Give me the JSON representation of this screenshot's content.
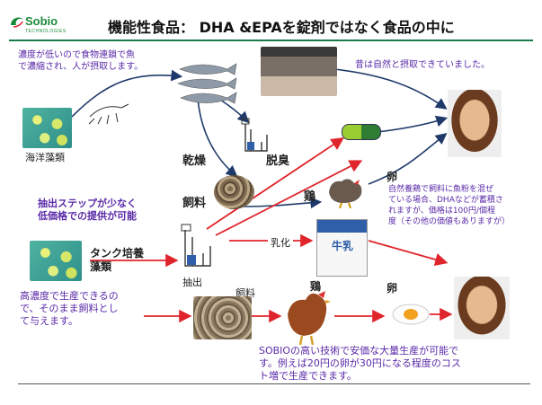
{
  "header": {
    "logo_text": "Sobio",
    "logo_sub": "TECHNOLOGIES",
    "title": "機能性食品： DHA &EPAを錠剤ではなく食品の中に"
  },
  "labels": {
    "fish_caption": "濃度が低いので食物連鎖で魚\nで濃縮され、人が摂取します。",
    "past_caption": "昔は自然と摂取できていました。",
    "marine_algae": "海洋藻類",
    "dry": "乾燥",
    "deodorize": "脱臭",
    "feed_top": "飼料",
    "egg_top": "卵",
    "chicken_top": "鶏",
    "extract_steps": "抽出ステップが少なく\n低価格での提供が可能",
    "egg_note": "自然養鶏で飼料に魚粉を混ぜ\nている場合、DHAなどが蓄積さ\nれますが、価格は100円/個程\n度（その他の価値もありますが）",
    "emulsify": "乳化",
    "milk_carton": "牛乳",
    "tank_algae": "タンク培養\n藻類",
    "extract": "抽出",
    "feed_bottom": "飼料",
    "chicken_bottom": "鶏",
    "egg_bottom": "卵",
    "high_conc": "高濃度で生産できるの\nで、そのまま飼料とし\nて与えます。",
    "sobio_note": "SOBIOの高い技術で安価な大量生産が可能で\nす。例えば20円の卵が30円になる程度のコス\nト増で生産できます。"
  },
  "colors": {
    "purple_text": "#5a2aa8",
    "red_arrow": "#e0242b",
    "navy_arrow": "#1f3a6a",
    "brand_green": "#1a8a3a"
  },
  "icons": [
    "fish-icon",
    "grill-photo",
    "algae-photo",
    "plankton-icon",
    "extraction-apparatus-icon",
    "capsule-icon",
    "feed-pellets-photo",
    "chicken-icon",
    "milk-carton-icon",
    "egg-icon",
    "girl-eating-photo"
  ]
}
